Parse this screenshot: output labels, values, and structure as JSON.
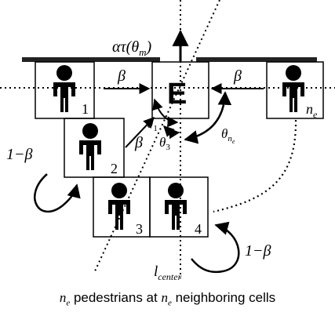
{
  "exit": {
    "label": "E"
  },
  "wall": {
    "color": "#222222"
  },
  "labels": {
    "alpha_tau_base": "ατ(θ",
    "alpha_tau_sub": "m",
    "alpha_tau_close": ")",
    "beta": "β",
    "one_minus_beta": "1−β",
    "theta": "θ",
    "theta1_sub": "1",
    "theta3_sub": "3",
    "theta_ne_sub": "n",
    "theta_ne_subsub": "e",
    "l_center_base": "l",
    "l_center_sub": "center"
  },
  "cells": [
    {
      "id": "1",
      "label": "1"
    },
    {
      "id": "2",
      "label": "2"
    },
    {
      "id": "3",
      "label": "3"
    },
    {
      "id": "4",
      "label": "4"
    },
    {
      "id": "ne",
      "label_base": "n",
      "label_sub": "e"
    }
  ],
  "caption": {
    "n": "n",
    "e": "e",
    "text1": " pedestrians at ",
    "text2": " neighboring cells"
  }
}
